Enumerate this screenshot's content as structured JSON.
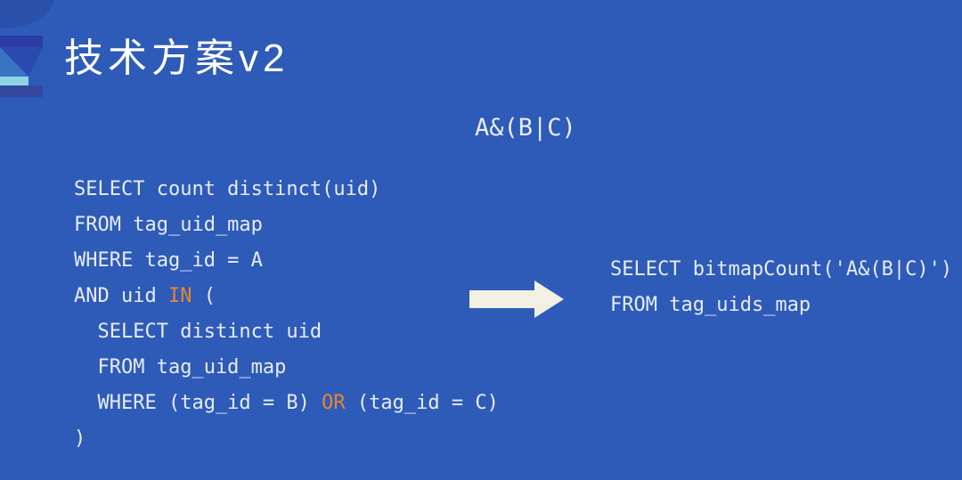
{
  "colors": {
    "background": "#2e5bb8",
    "code_text": "#e7ecf7",
    "keyword": "#e8862e",
    "title_text": "#ffffff",
    "arrow_fill": "#f2efe3",
    "logo_bar_top": "#2a3da7",
    "logo_tri_dark": "#2b4ab0",
    "logo_tri_light": "#3b73c4",
    "logo_bar_cyan": "#8fd3e6",
    "logo_bar_bottom": "#33489d"
  },
  "header": {
    "title": "技术方案v2"
  },
  "expression_label": "A&(B|C)",
  "left_code": {
    "lines": [
      {
        "pre": "SELECT count distinct(uid)"
      },
      {
        "pre": "FROM tag_uid_map"
      },
      {
        "pre": "WHERE tag_id = A"
      },
      {
        "pre": "AND uid ",
        "kw": "IN",
        "post": " ("
      },
      {
        "pre": "  SELECT distinct uid"
      },
      {
        "pre": "  FROM tag_uid_map"
      },
      {
        "pre": "  WHERE (tag_id = B) ",
        "kw": "OR",
        "post": " (tag_id = C)"
      },
      {
        "pre": ")"
      }
    ]
  },
  "right_code": {
    "lines": [
      {
        "pre": "SELECT bitmapCount('A&(B|C)')"
      },
      {
        "pre": "FROM tag_uids_map"
      }
    ]
  }
}
